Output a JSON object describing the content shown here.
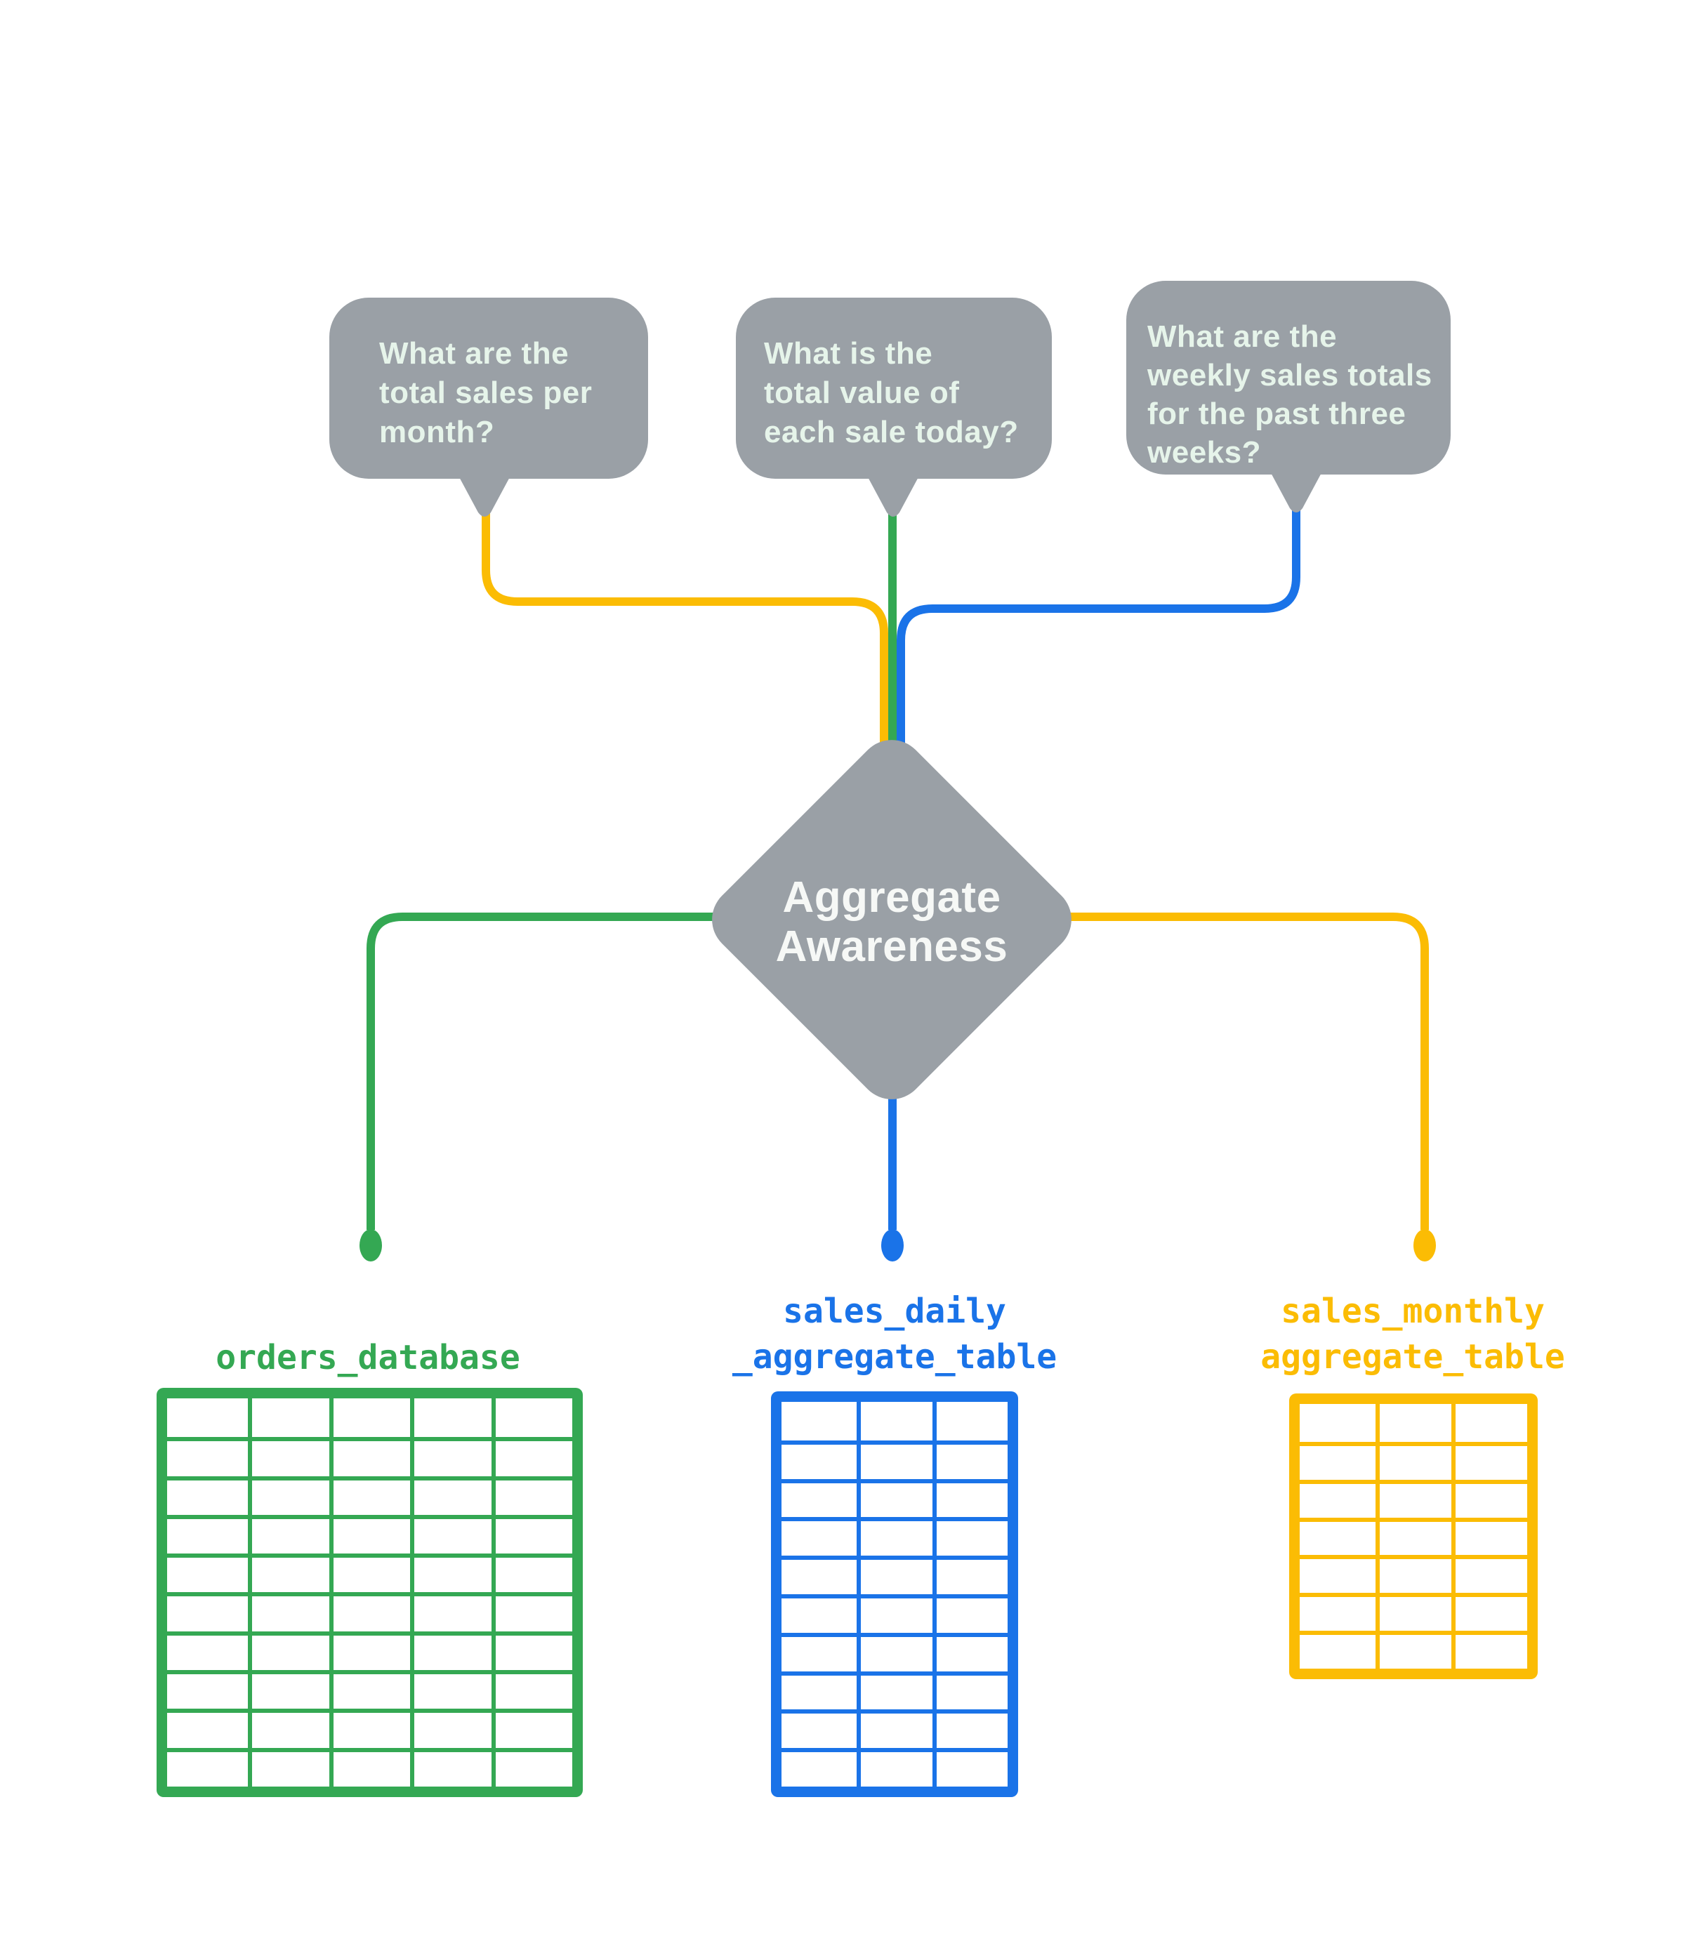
{
  "colors": {
    "gray": "#9AA0A6",
    "bubble_text": "#E6F4EA",
    "diamond_text": "#F6F8F6",
    "green": "#34A853",
    "blue": "#1A73E8",
    "yellow": "#FBBC04",
    "background": "#FFFFFF"
  },
  "bubbles": [
    {
      "lines": [
        "What are the",
        "total sales per",
        "month?"
      ]
    },
    {
      "lines": [
        "What is the",
        "total value of",
        "each sale today?"
      ]
    },
    {
      "lines": [
        "What are the",
        "weekly sales totals",
        "for the past three",
        "weeks?"
      ]
    }
  ],
  "diamond": {
    "lines": [
      "Aggregate",
      "Awareness"
    ]
  },
  "tables": [
    {
      "id": "orders_database",
      "label_lines": [
        "orders_database"
      ],
      "columns": 5,
      "rows": 10,
      "color": "#34A853"
    },
    {
      "id": "sales_daily_aggregate_table",
      "label_lines": [
        "sales_daily",
        "_aggregate_table"
      ],
      "columns": 3,
      "rows": 10,
      "color": "#1A73E8"
    },
    {
      "id": "sales_monthly_aggregate_table",
      "label_lines": [
        "sales_monthly",
        "aggregate_table"
      ],
      "columns": 3,
      "rows": 7,
      "color": "#FBBC04"
    }
  ]
}
